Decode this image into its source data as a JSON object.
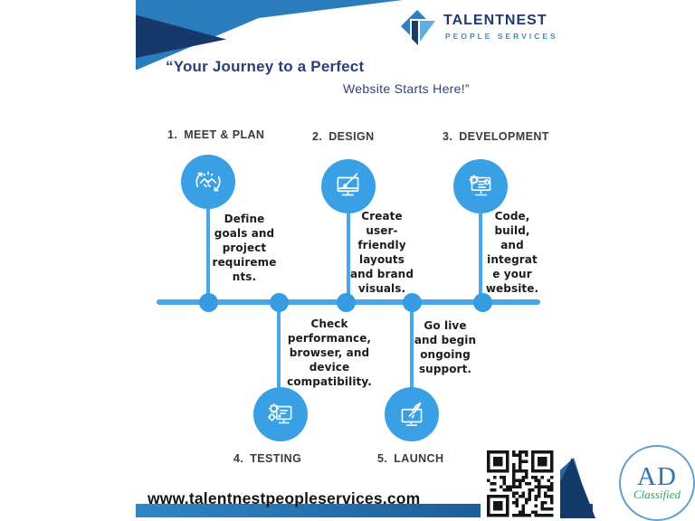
{
  "logo": {
    "name": "TALENTNEST",
    "tagline": "PEOPLE SERVICES",
    "icon": "talentnest-logo-icon"
  },
  "title": {
    "line1": "“Your Journey to a Perfect",
    "line2": "Website Starts Here!”"
  },
  "steps": [
    {
      "number": "1.",
      "label": "MEET & PLAN",
      "icon": "handshake-sync-icon",
      "description": "Define\ngoals and\nproject\nrequireme\nnts."
    },
    {
      "number": "2.",
      "label": "DESIGN",
      "icon": "design-monitor-icon",
      "description": "Create\nuser-\nfriendly\nlayouts\nand brand\nvisuals."
    },
    {
      "number": "3.",
      "label": "DEVELOPMENT",
      "icon": "code-monitor-icon",
      "description": "Code,\nbuild,\nand\nintegrat\ne your\nwebsite."
    },
    {
      "number": "4.",
      "label": "TESTING",
      "icon": "gears-monitor-icon",
      "description": "Check\nperformance,\nbrowser, and\ndevice\ncompatibility."
    },
    {
      "number": "5.",
      "label": "LAUNCH",
      "icon": "rocket-monitor-icon",
      "description": "Go live\nand begin\nongoing\nsupport."
    }
  ],
  "website_url": "www.talentnestpeopleservices.com",
  "badge": {
    "line1": "AD",
    "line2": "Classified"
  },
  "colors": {
    "navy": "#1e3a6e",
    "band_blue": "#2a7cbd",
    "node_blue": "#39a0e5",
    "timeline_blue": "#47a7e8",
    "title_navy": "#2b3e78",
    "text_dark": "#1c1c1c",
    "badge_blue": "#2e74b5",
    "badge_green": "#3aa35c"
  }
}
